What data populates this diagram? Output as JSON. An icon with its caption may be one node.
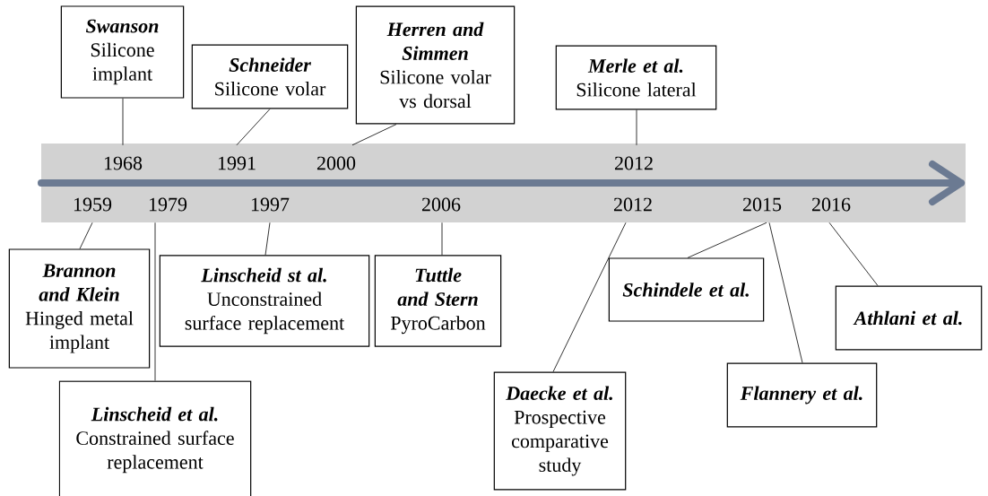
{
  "diagram": {
    "nodes": [
      {
        "text": [
          "Swanson",
          "Silicone implant"
        ]
      },
      {
        "text": [
          "Schneider",
          "Silicone volar"
        ]
      },
      {
        "text": [
          "Herren and Simmen",
          "Silicone volar vs dorsal"
        ]
      },
      {
        "text": [
          "Merle et al.",
          "Silicone lateral"
        ]
      },
      {
        "text": [
          "1968"
        ]
      },
      {
        "text": [
          "1991"
        ]
      },
      {
        "text": [
          "2000"
        ]
      },
      {
        "text": [
          "2012"
        ]
      },
      {
        "text": [
          "1959"
        ]
      },
      {
        "text": [
          "1979"
        ]
      },
      {
        "text": [
          "1997"
        ]
      },
      {
        "text": [
          "2006"
        ]
      },
      {
        "text": [
          "2012"
        ]
      },
      {
        "text": [
          "2015"
        ]
      },
      {
        "text": [
          "2016"
        ]
      },
      {
        "text": [
          "Brannon and Klein",
          "Hinged metal implant"
        ]
      },
      {
        "text": [
          "Linscheid st al.",
          "Unconstrained surface replacement"
        ]
      },
      {
        "text": [
          "Tuttle and Stern",
          "PyroCarbon"
        ]
      },
      {
        "text": [
          "Linscheid et al.",
          "Constrained surface replacement"
        ]
      },
      {
        "text": [
          "Daecke et al.",
          "Prospective comparative study"
        ]
      },
      {
        "text": [
          "Schindele et al."
        ]
      },
      {
        "text": [
          "Flannery et al."
        ]
      },
      {
        "text": [
          "Athlani et al."
        ]
      }
    ],
    "edges": [
      {
        "from": 0,
        "to": 4,
        "arrow": "none"
      },
      {
        "from": 1,
        "to": 5,
        "arrow": "none"
      },
      {
        "from": 2,
        "to": 6,
        "arrow": "none"
      },
      {
        "from": 3,
        "to": 7,
        "arrow": "none"
      },
      {
        "from": 15,
        "to": 8,
        "arrow": "none"
      },
      {
        "from": 18,
        "to": 9,
        "arrow": "none"
      },
      {
        "from": 16,
        "to": 10,
        "arrow": "none"
      },
      {
        "from": 17,
        "to": 11,
        "arrow": "none"
      },
      {
        "from": 19,
        "to": 12,
        "arrow": "none"
      },
      {
        "from": 20,
        "to": 13,
        "arrow": "none"
      },
      {
        "from": 21,
        "to": 13,
        "arrow": "none"
      },
      {
        "from": 22,
        "to": 14,
        "arrow": "none"
      }
    ]
  }
}
